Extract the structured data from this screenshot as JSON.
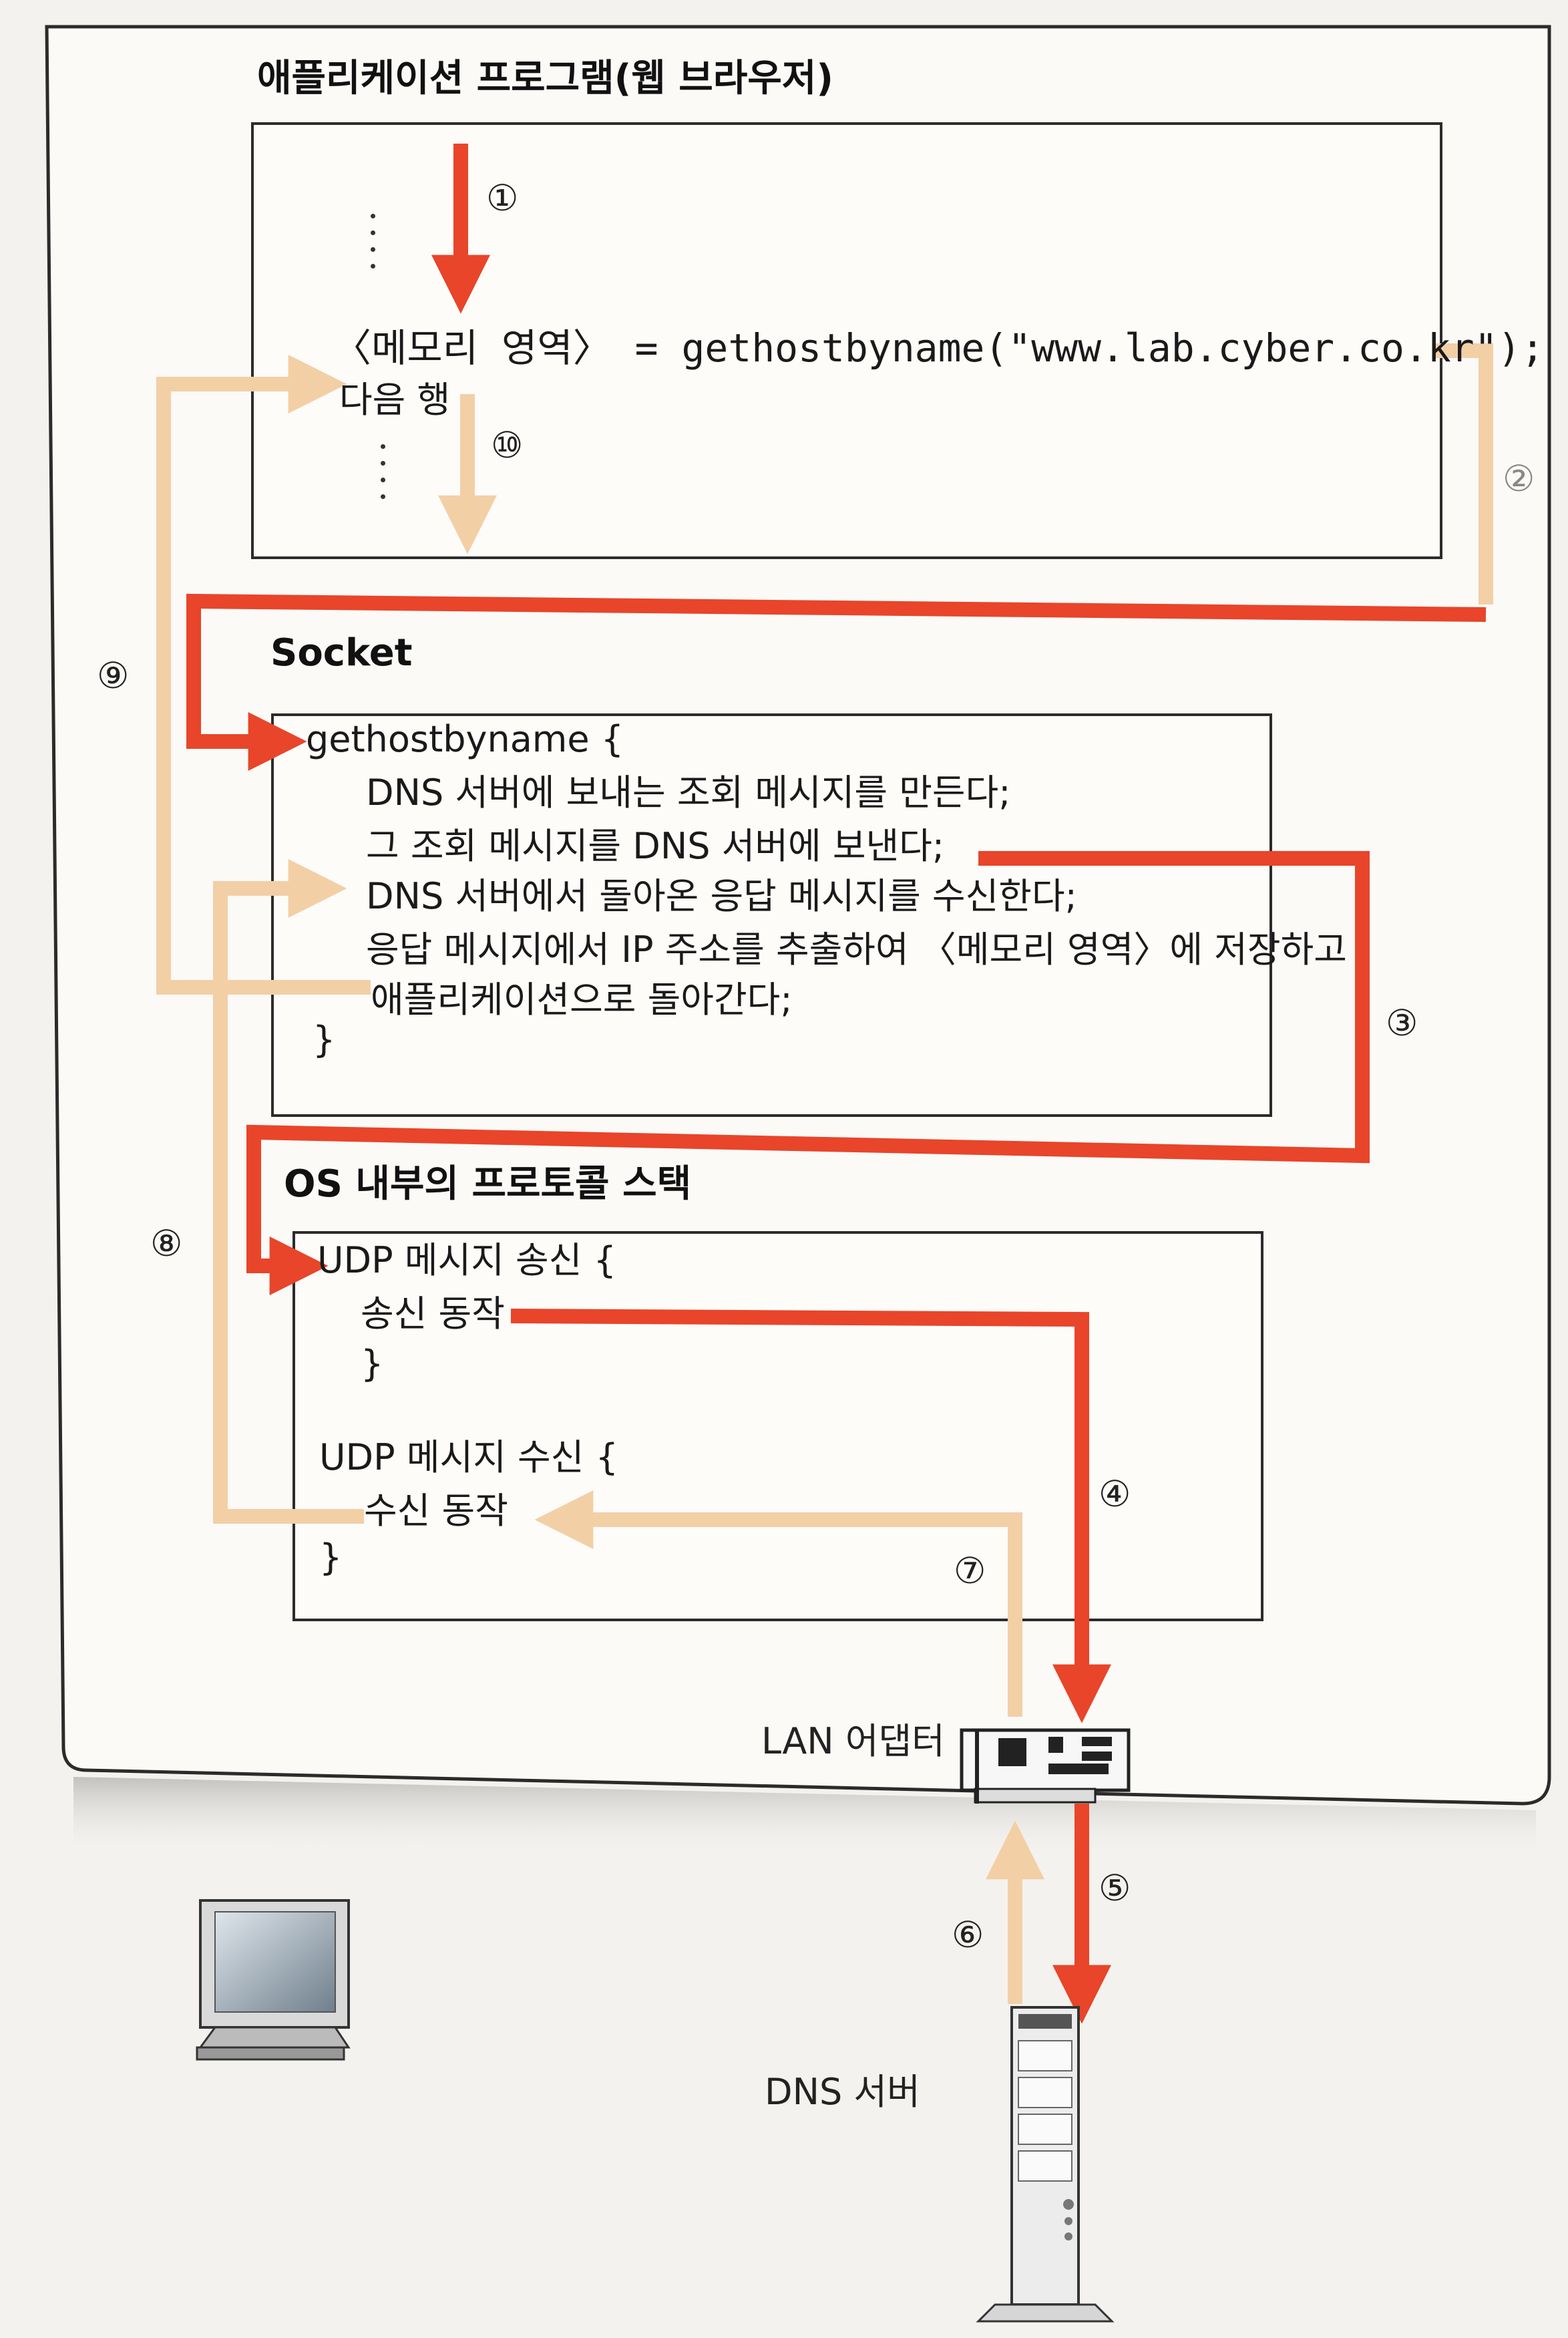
{
  "app": {
    "title": "애플리케이션 프로그램(웹 브라우저)",
    "call_line": "〈메모리 영역〉 = gethostbyname(\"www.lab.cyber.co.kr\");",
    "next_line": "다음 행"
  },
  "socket": {
    "title": "Socket",
    "lines": [
      "gethostbyname {",
      "DNS 서버에 보내는 조회 메시지를 만든다;",
      "그 조회 메시지를 DNS 서버에 보낸다;",
      "DNS 서버에서 돌아온 응답 메시지를 수신한다;",
      "응답 메시지에서 IP 주소를 추출하여 〈메모리 영역〉에 저장하고",
      "애플리케이션으로 돌아간다;",
      "}"
    ]
  },
  "os": {
    "title": "OS 내부의 프로토콜 스택",
    "send_lines": [
      "UDP 메시지 송신 {",
      "송신 동작",
      "}"
    ],
    "recv_lines": [
      "UDP 메시지 수신 {",
      "수신 동작",
      "}"
    ]
  },
  "devices": {
    "lan_adapter": "LAN 어댑터",
    "dns_server": "DNS 서버"
  },
  "steps": [
    "①",
    "②",
    "③",
    "④",
    "⑤",
    "⑥",
    "⑦",
    "⑧",
    "⑨",
    "⑩"
  ],
  "colors": {
    "request_arrow": "#e8452a",
    "response_arrow": "#f3cfa6",
    "frame": "#333333"
  }
}
